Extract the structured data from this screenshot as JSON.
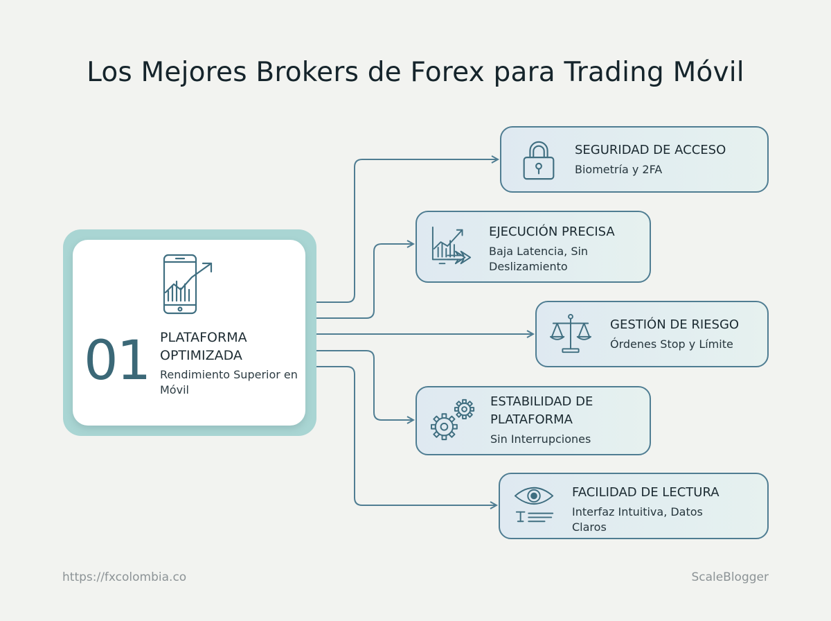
{
  "title": "Los Mejores Brokers de Forex para Trading Móvil",
  "center": {
    "number": "01",
    "title": "PLATAFORMA OPTIMIZADA",
    "subtitle": "Rendimiento Superior en Móvil",
    "icon": "smartphone-chart-icon"
  },
  "features": [
    {
      "title": "SEGURIDAD DE ACCESO",
      "subtitle": "Biometría y 2FA",
      "icon": "padlock-icon"
    },
    {
      "title": "EJECUCIÓN PRECISA",
      "subtitle": "Baja Latencia, Sin Deslizamiento",
      "icon": "chart-arrows-icon"
    },
    {
      "title": "GESTIÓN DE RIESGO",
      "subtitle": "Órdenes Stop y Límite",
      "icon": "scales-icon"
    },
    {
      "title": "ESTABILIDAD DE PLATAFORMA",
      "subtitle": "Sin Interrupciones",
      "icon": "gears-icon"
    },
    {
      "title": "FACILIDAD DE LECTURA",
      "subtitle": "Interfaz Intuitiva, Datos Claros",
      "icon": "eye-text-icon"
    }
  ],
  "footer": {
    "left": "https://fxcolombia.co",
    "right": "ScaleBlogger"
  },
  "colors": {
    "background": "#f2f3f0",
    "accent": "#4f7d92",
    "center_frame": "#a9d5d3",
    "number": "#3b6877"
  }
}
